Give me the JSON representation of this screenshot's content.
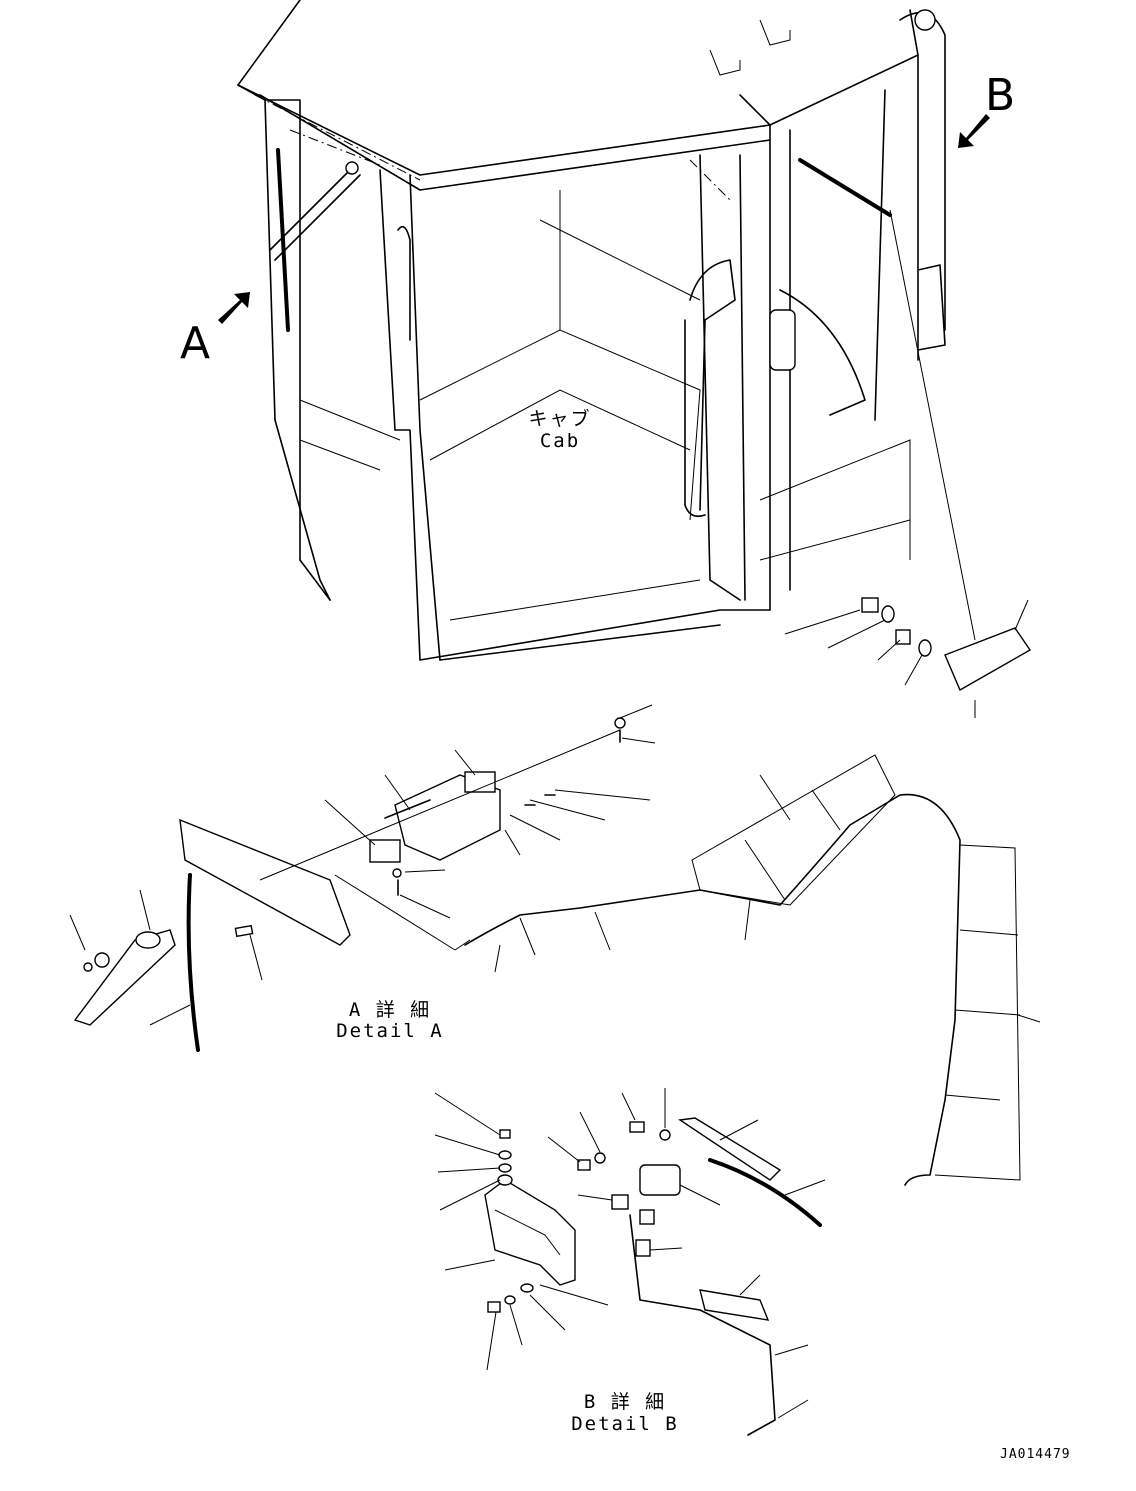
{
  "view_labels": {
    "a": "A",
    "b": "B"
  },
  "cab_label": {
    "ja": "キャブ",
    "en": "Cab"
  },
  "detail_a": {
    "ja": "A 詳 細",
    "en": "Detail A"
  },
  "detail_b": {
    "ja": "B 詳 細",
    "en": "Detail B"
  },
  "drawing_id": "JA014479"
}
